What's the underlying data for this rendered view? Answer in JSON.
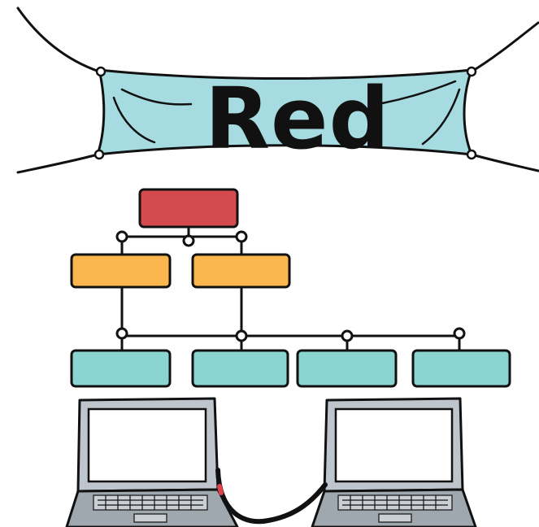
{
  "banner": {
    "title": "Red",
    "fill_color": "#a6dbe1"
  },
  "org_chart": {
    "levels": [
      {
        "level": 1,
        "box_count": 1,
        "color": "#d44a4f"
      },
      {
        "level": 2,
        "box_count": 2,
        "color": "#fbb74e"
      },
      {
        "level": 3,
        "box_count": 4,
        "color": "#8ad4d1"
      }
    ],
    "connector_icon": "circle-node-icon"
  },
  "devices": {
    "laptops": [
      {
        "name": "laptop-left",
        "icon": "laptop-icon"
      },
      {
        "name": "laptop-right",
        "icon": "laptop-icon"
      }
    ],
    "cable": {
      "icon": "network-cable-icon",
      "accent_color": "#e0414a"
    }
  }
}
